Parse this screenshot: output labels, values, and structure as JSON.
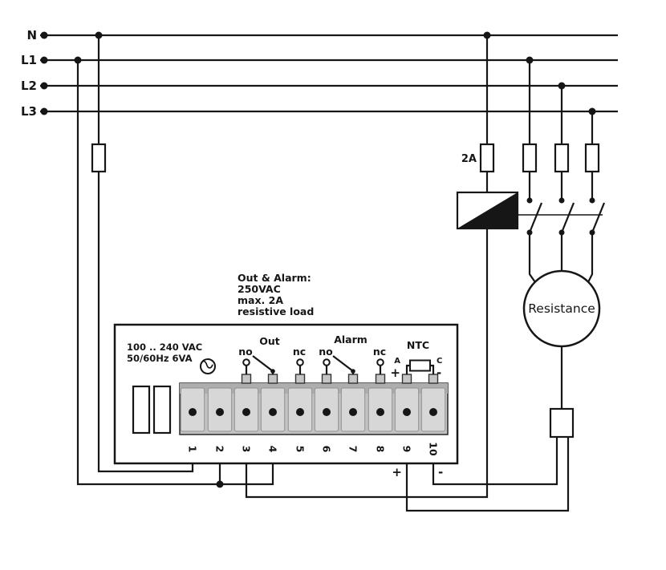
{
  "rails": {
    "n": "N",
    "l1": "L1",
    "l2": "L2",
    "l3": "L3"
  },
  "coil_fuse_label": "2A",
  "load_note": {
    "l1": "Out & Alarm:",
    "l2": "250VAC",
    "l3": "max. 2A",
    "l4": "resistive load"
  },
  "load_label": "Resistance",
  "device": {
    "supply": {
      "l1": "100 .. 240 VAC",
      "l2": "50/60Hz 6VA"
    },
    "out_relay": {
      "no": "no",
      "name": "Out",
      "nc": "nc"
    },
    "alarm_relay": {
      "no": "no",
      "name": "Alarm",
      "nc": "nc"
    },
    "ntc": {
      "name": "NTC",
      "a": "A",
      "c": "C",
      "plus": "+",
      "minus": "-"
    },
    "terminals": [
      "1",
      "2",
      "3",
      "4",
      "5",
      "6",
      "7",
      "8",
      "9",
      "10"
    ],
    "sensor_polarity": {
      "plus": "+",
      "minus": "-"
    }
  }
}
